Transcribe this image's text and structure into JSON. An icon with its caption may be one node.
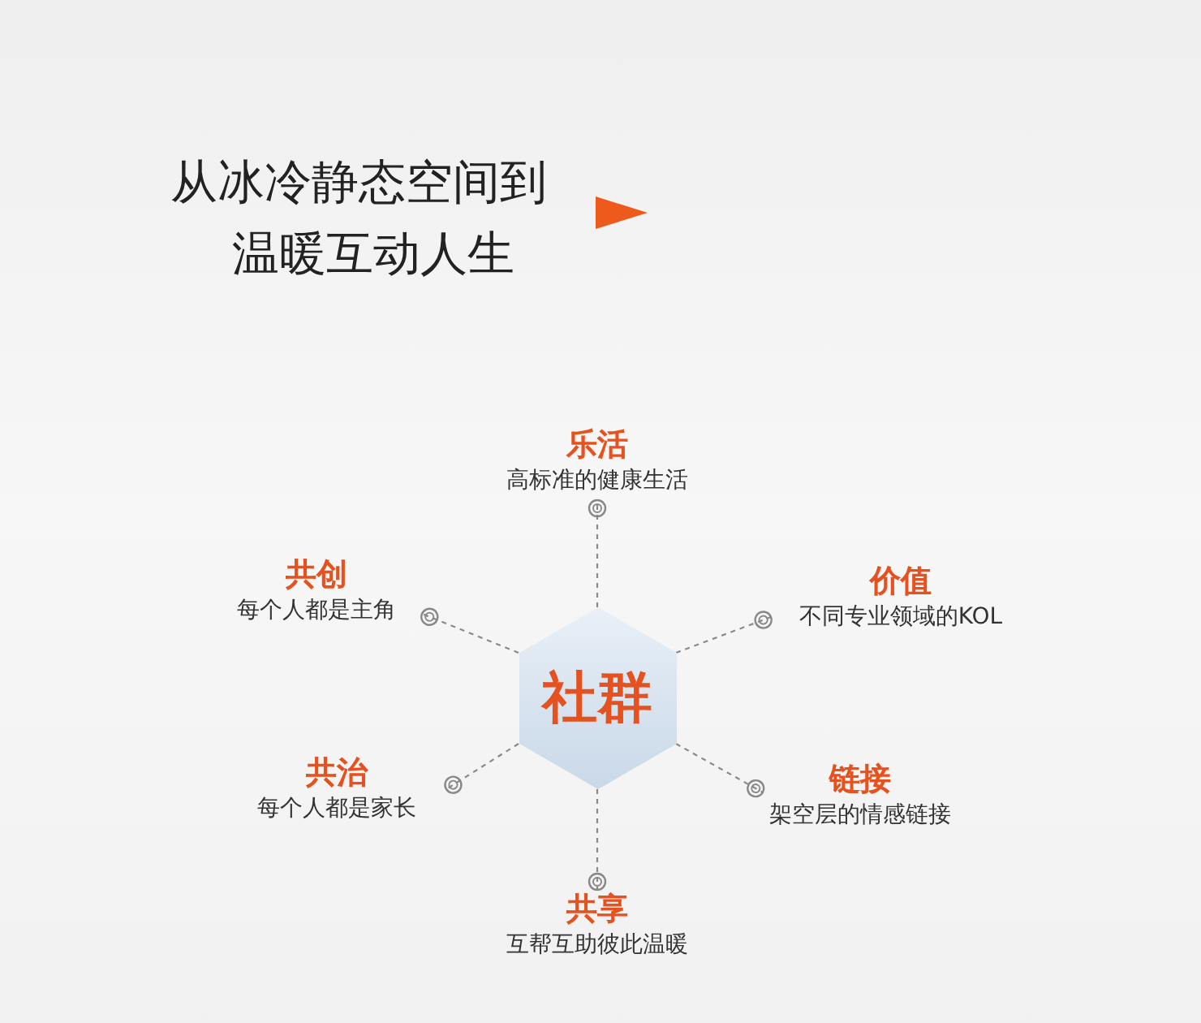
{
  "diagram": {
    "title": "从冰冷静态空间到温暖互动人生",
    "nodes": [
      {
        "text": [
          "乐活",
          "高标准的健康生活"
        ]
      },
      {
        "text": [
          "共创",
          "每个人都是主角"
        ]
      },
      {
        "text": [
          "价值",
          "不同专业领域的KOL"
        ]
      },
      {
        "text": [
          "社群"
        ]
      },
      {
        "text": [
          "共治",
          "每个人都是家长"
        ]
      },
      {
        "text": [
          "链接",
          "架空层的情感链接"
        ]
      },
      {
        "text": [
          "共享",
          "互帮互助彼此温暖"
        ]
      }
    ],
    "edges": [
      {
        "from": 3,
        "to": 0,
        "arrow": "other",
        "style": "dashed"
      },
      {
        "from": 3,
        "to": 1,
        "arrow": "other",
        "style": "dashed"
      },
      {
        "from": 3,
        "to": 2,
        "arrow": "other",
        "style": "dashed"
      },
      {
        "from": 3,
        "to": 4,
        "arrow": "other",
        "style": "dashed"
      },
      {
        "from": 3,
        "to": 5,
        "arrow": "other",
        "style": "dashed"
      },
      {
        "from": 3,
        "to": 6,
        "arrow": "other",
        "style": "dashed"
      }
    ]
  }
}
